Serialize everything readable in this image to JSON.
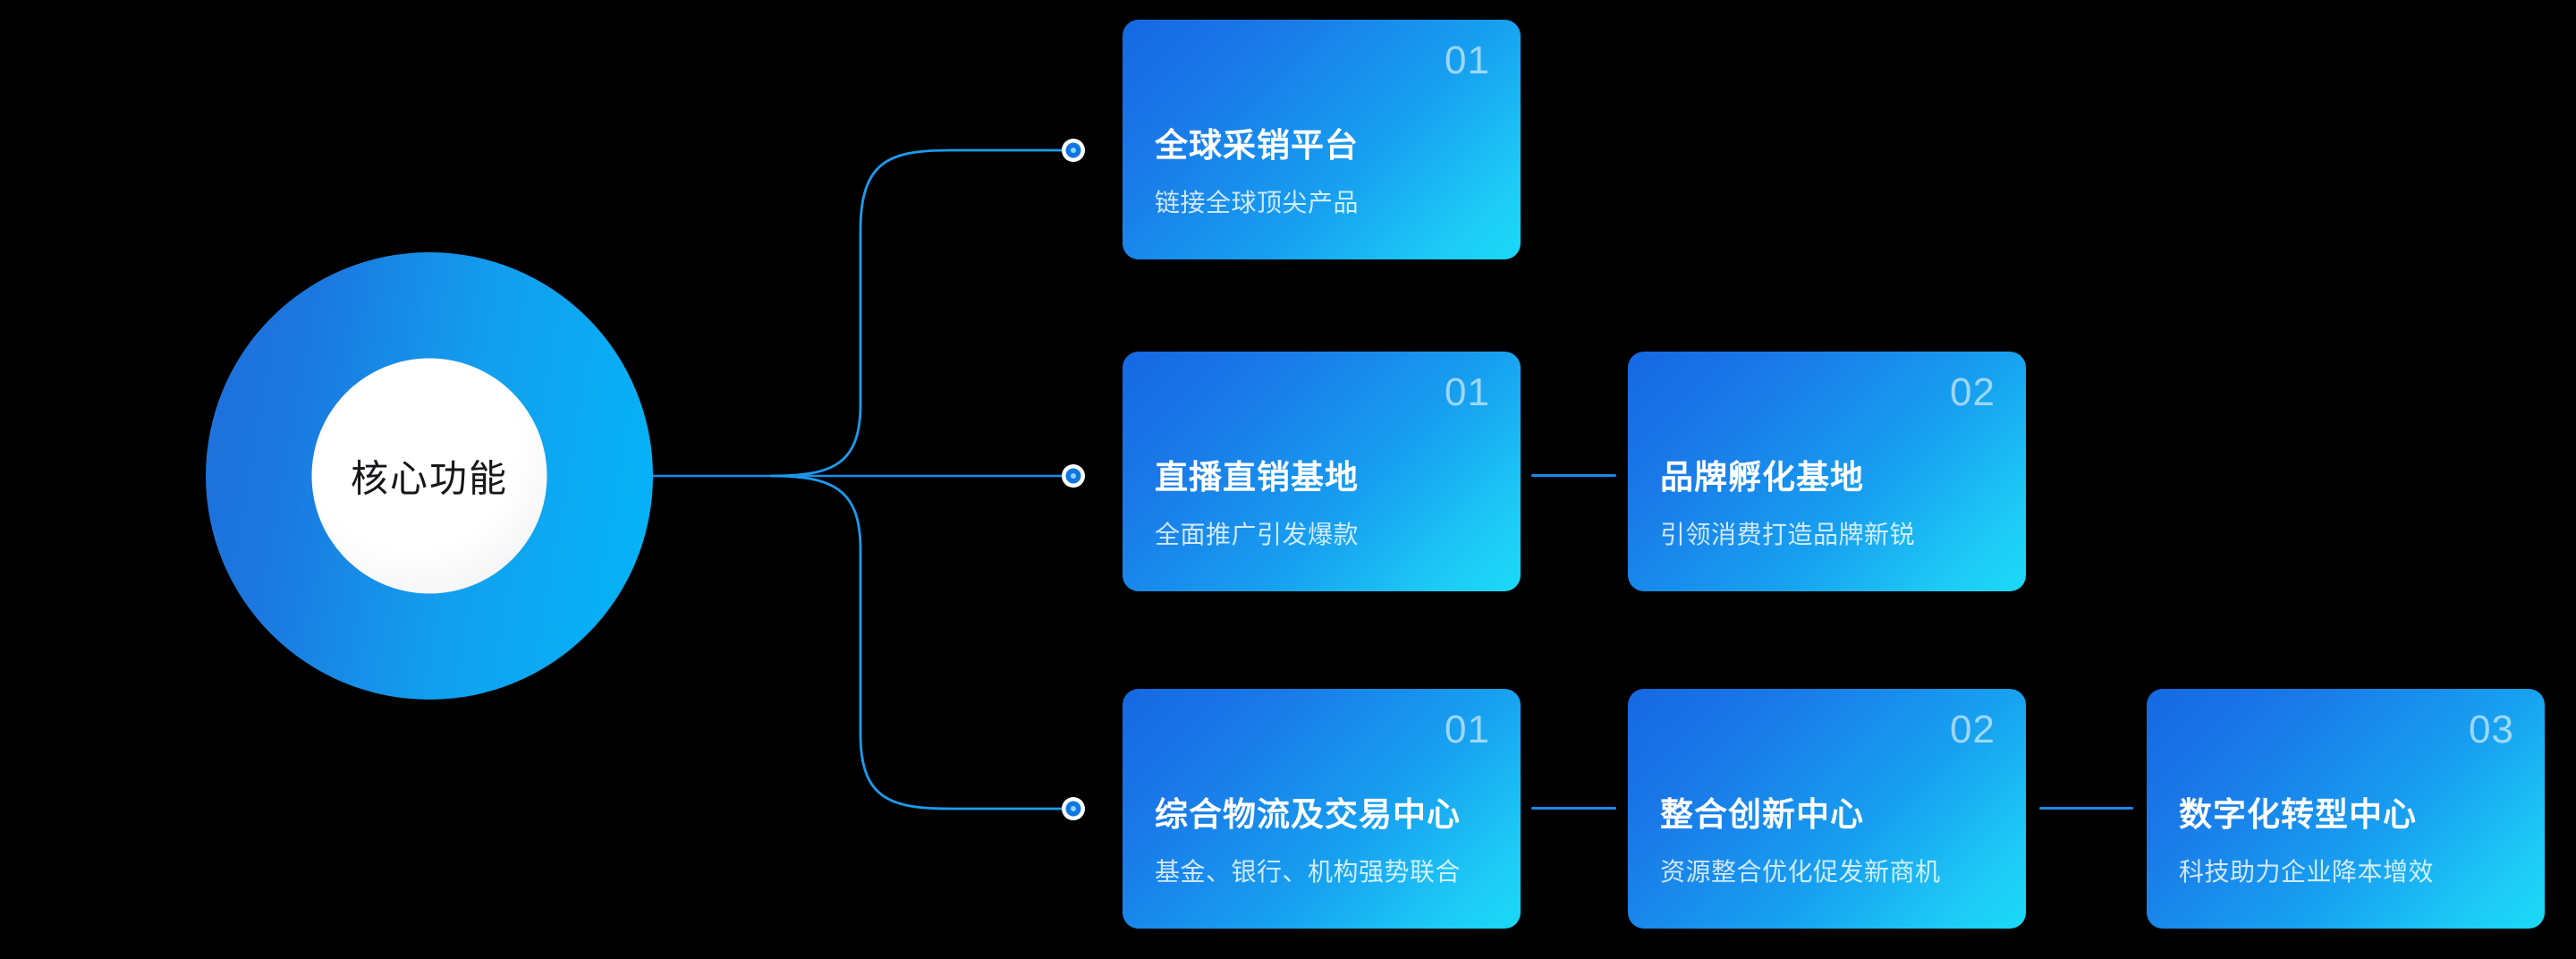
{
  "diagram": {
    "title": "核心功能",
    "background_color": "#000000",
    "accent_color": "#1a9cf0",
    "hub": {
      "label": "核心功能",
      "outer_gradient_from": "#1f6fd8",
      "outer_gradient_to": "#03b6f7",
      "inner_color": "#ffffff",
      "label_color": "#15161a"
    },
    "node_dot": {
      "ring_color": "#ffffff",
      "fill_color": "#1177e0",
      "center_color": "#7cc9f7"
    },
    "connector": {
      "line_color": "#1a9cf0",
      "branch_color": "#1f87e8",
      "sibling_link_color": "#1f87e8"
    },
    "card_style": {
      "gradient_from": "#1668e3",
      "gradient_to": "#1ad9f7",
      "title_color": "#ffffff",
      "subtitle_color": "rgba(255,255,255,0.80)",
      "number_color": "rgba(255,255,255,0.58)",
      "corner_radius": "18px"
    },
    "branches": [
      {
        "name": "branch-1",
        "cards": [
          {
            "number": "01",
            "title": "全球采销平台",
            "subtitle": "链接全球顶尖产品"
          }
        ]
      },
      {
        "name": "branch-2",
        "cards": [
          {
            "number": "01",
            "title": "直播直销基地",
            "subtitle": "全面推广引发爆款"
          },
          {
            "number": "02",
            "title": "品牌孵化基地",
            "subtitle": "引领消费打造品牌新锐"
          }
        ]
      },
      {
        "name": "branch-3",
        "cards": [
          {
            "number": "01",
            "title": "综合物流及交易中心",
            "subtitle": "基金、银行、机构强势联合"
          },
          {
            "number": "02",
            "title": "整合创新中心",
            "subtitle": "资源整合优化促发新商机"
          },
          {
            "number": "03",
            "title": "数字化转型中心",
            "subtitle": "科技助力企业降本增效"
          }
        ]
      }
    ]
  }
}
